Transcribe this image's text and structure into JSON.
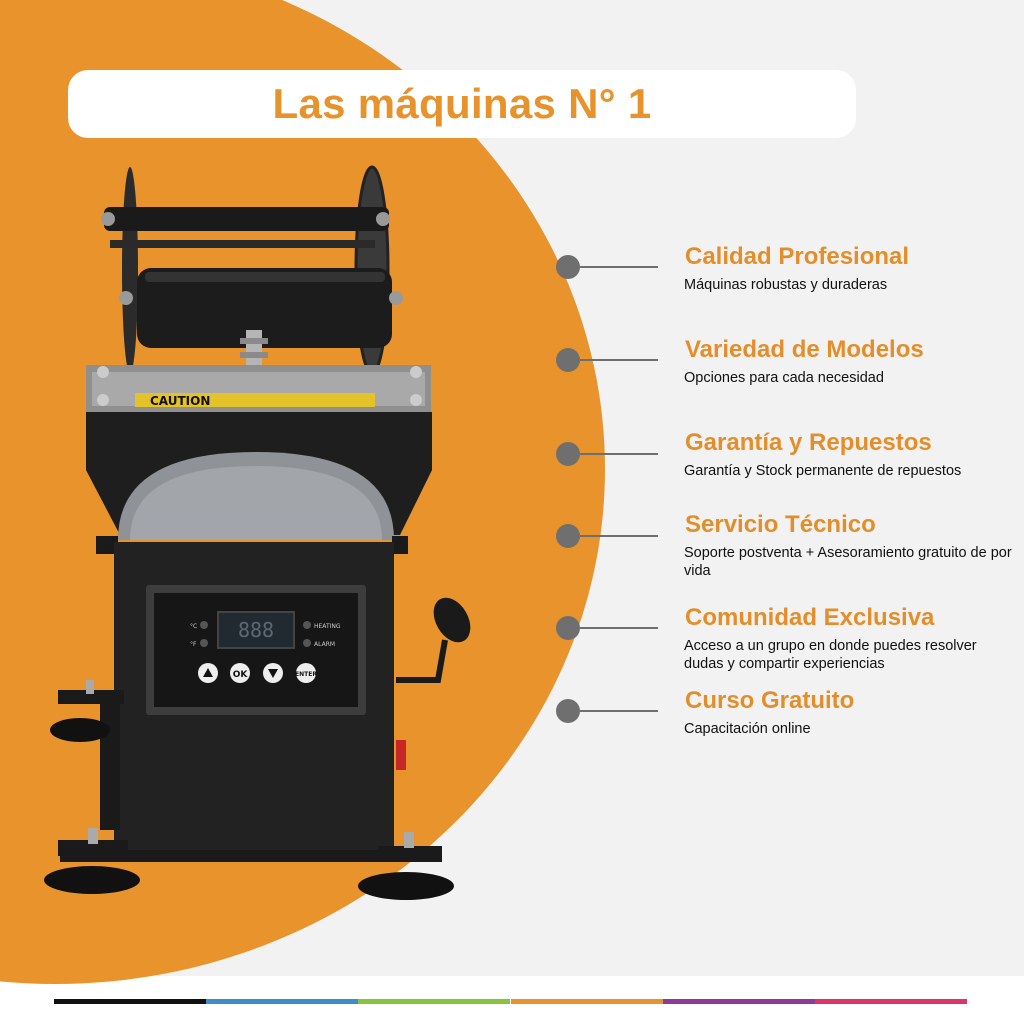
{
  "title": "Las máquinas N° 1",
  "machine_image": {
    "icon": "mug-press-machine-illustration",
    "panel_labels": {
      "heating": "HEATING",
      "alarm": "ALARM",
      "enter": "ENTER",
      "ok": "OK",
      "celsius": "°C",
      "fahrenheit": "°F"
    },
    "display_value": "888"
  },
  "features": [
    {
      "title": "Calidad Profesional",
      "description": "Máquinas robustas y duraderas"
    },
    {
      "title": "Variedad de Modelos",
      "description": "Opciones para cada necesidad"
    },
    {
      "title": "Garantía y Repuestos",
      "description": "Garantía y Stock permanente de repuestos"
    },
    {
      "title": "Servicio Técnico",
      "description": "Soporte postventa + Asesoramiento gratuito de por vida"
    },
    {
      "title": "Comunidad Exclusiva",
      "description": "Acceso a un grupo en donde puedes resolver dudas y compartir experiencias"
    },
    {
      "title": "Curso Gratuito",
      "description": "Capacitación online"
    }
  ],
  "colors": {
    "accent_orange": "#e8932c",
    "title_orange": "#e8922b",
    "bullet_gray": "#6f6f6f",
    "background": "#f2f2f2"
  },
  "stripe_colors": [
    "#111111",
    "#3e8ccc",
    "#86c440",
    "#e8932c",
    "#8e3a99",
    "#e0336a"
  ]
}
